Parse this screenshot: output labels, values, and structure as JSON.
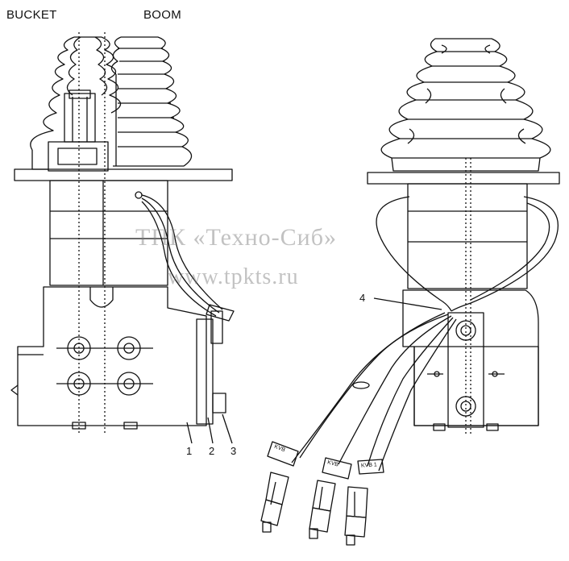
{
  "labels": {
    "bucket": "BUCKET",
    "boom": "BOOM",
    "callout_1": "1",
    "callout_2": "2",
    "callout_3": "3",
    "callout_4": "4"
  },
  "watermark": {
    "line1": "ТПК «Техно-Сиб»",
    "line2": "www.tpkts.ru"
  },
  "connector_tags": [
    "KVB",
    "KVB",
    "KVB 1"
  ]
}
